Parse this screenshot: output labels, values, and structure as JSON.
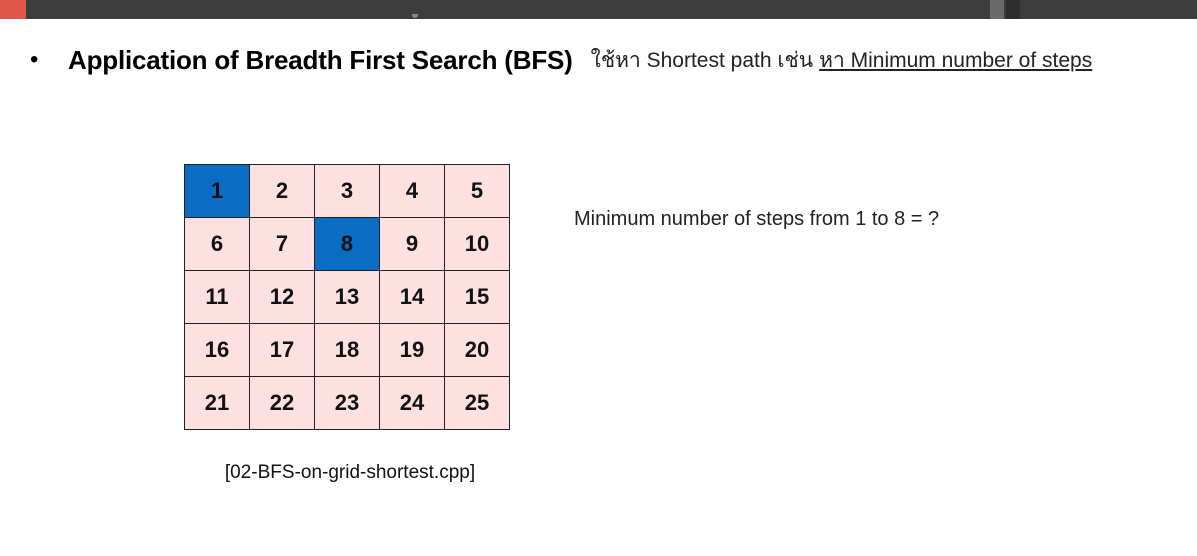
{
  "heading": {
    "bullet": "•",
    "title": "Application of Breadth First Search (BFS)",
    "subtitle": "ใช้หา Shortest path เช่น",
    "link": "หา Minimum number of steps"
  },
  "grid": {
    "rows": [
      [
        "1",
        "2",
        "3",
        "4",
        "5"
      ],
      [
        "6",
        "7",
        "8",
        "9",
        "10"
      ],
      [
        "11",
        "12",
        "13",
        "14",
        "15"
      ],
      [
        "16",
        "17",
        "18",
        "19",
        "20"
      ],
      [
        "21",
        "22",
        "23",
        "24",
        "25"
      ]
    ],
    "highlighted": [
      "1",
      "8"
    ],
    "highlight_color": "#0b6cc4",
    "cell_color": "#fde0e0"
  },
  "caption": "[02-BFS-on-grid-shortest.cpp]",
  "question": "Minimum number of steps from 1 to 8 = ?"
}
